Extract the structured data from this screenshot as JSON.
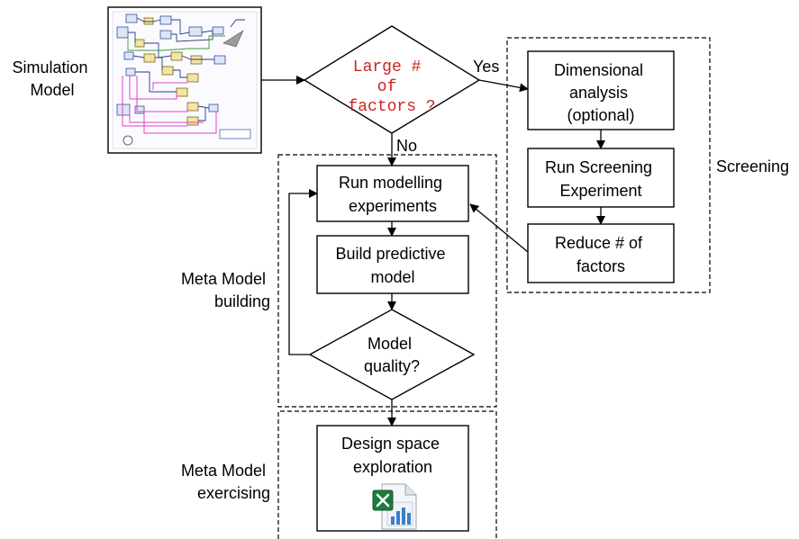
{
  "labels": {
    "simulation_model": [
      "Simulation",
      "Model"
    ],
    "screening": "Screening",
    "meta_building": [
      "Meta Model",
      "building"
    ],
    "meta_exercising": [
      "Meta Model",
      "exercising"
    ],
    "yes": "Yes",
    "no": "No"
  },
  "decisions": {
    "large_factors": [
      "Large #",
      "of",
      "factors ?"
    ],
    "model_quality": [
      "Model",
      "quality?"
    ]
  },
  "boxes": {
    "dimensional": [
      "Dimensional",
      "analysis",
      "(optional)"
    ],
    "run_screening": [
      "Run Screening",
      "Experiment"
    ],
    "reduce_factors": [
      "Reduce # of",
      "factors"
    ],
    "run_modelling": [
      "Run modelling",
      "experiments"
    ],
    "build_predictive": [
      "Build predictive",
      "model"
    ],
    "design_space": [
      "Design space",
      "exploration"
    ]
  },
  "colors": {
    "decision_text": "#cc2222",
    "excel_green": "#1e7b3c",
    "sim_link": "#e040c8"
  },
  "icons": {
    "simulation_thumbnail": "simulink-model-thumbnail",
    "spreadsheet": "excel-chart-icon"
  }
}
